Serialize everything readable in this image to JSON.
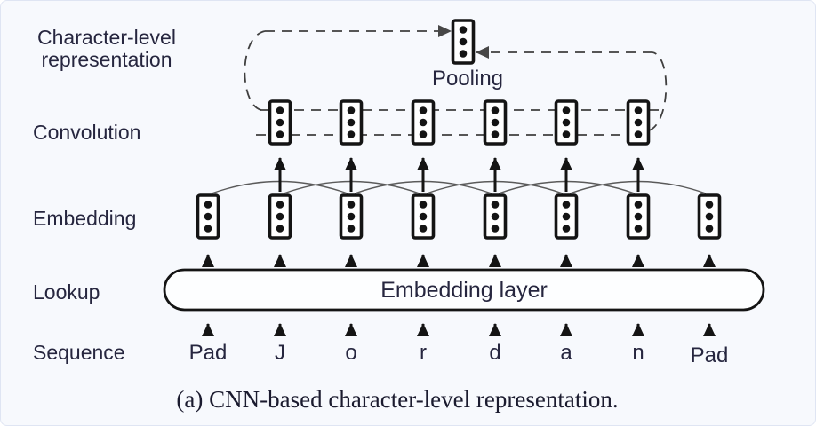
{
  "colors": {
    "background": "#f7f9fd",
    "ink": "#26263f",
    "line": "#141414",
    "dashed_line": "#3f3f3f",
    "arc_line": "#5a5a5a",
    "frame_border": "#dfe5f3"
  },
  "labels": {
    "character_line1": "Character-level",
    "character_line2": "representation",
    "convolution": "Convolution",
    "embedding": "Embedding",
    "lookup": "Lookup",
    "sequence": "Sequence"
  },
  "pooling": {
    "label": "Pooling"
  },
  "embedding_layer": {
    "label": "Embedding layer"
  },
  "sequence_tokens": [
    "Pad",
    "J",
    "o",
    "r",
    "d",
    "a",
    "n",
    "Pad"
  ],
  "caption": {
    "text": "(a) CNN-based character-level representation."
  }
}
